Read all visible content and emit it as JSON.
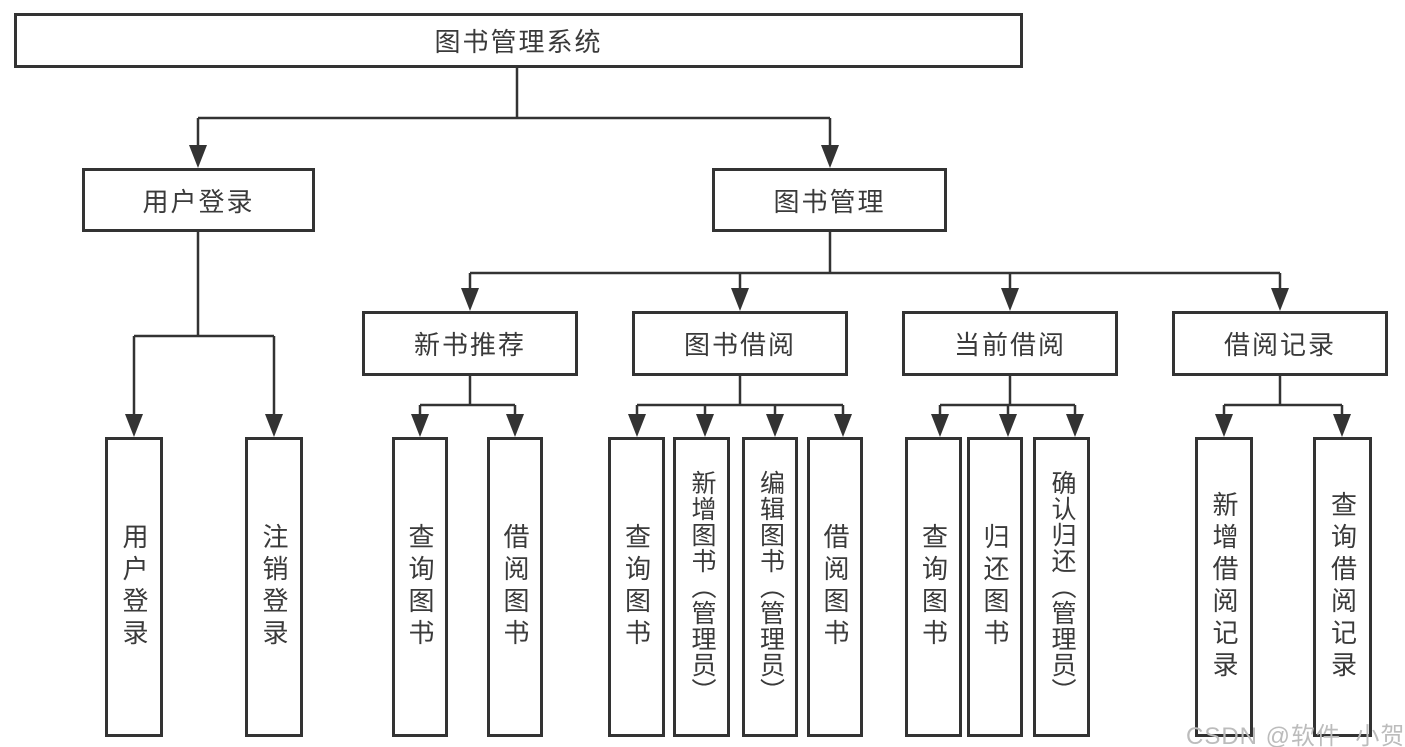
{
  "root": {
    "label": "图书管理系统"
  },
  "branches": {
    "user_login": {
      "label": "用户登录",
      "children": [
        {
          "label": "用户登录"
        },
        {
          "label": "注销登录"
        }
      ]
    },
    "book_management": {
      "label": "图书管理",
      "groups": [
        {
          "label": "新书推荐",
          "children": [
            {
              "label": "查询图书"
            },
            {
              "label": "借阅图书"
            }
          ]
        },
        {
          "label": "图书借阅",
          "children": [
            {
              "label": "查询图书"
            },
            {
              "label": "新增图书（管理员）"
            },
            {
              "label": "编辑图书（管理员）"
            },
            {
              "label": "借阅图书"
            }
          ]
        },
        {
          "label": "当前借阅",
          "children": [
            {
              "label": "查询图书"
            },
            {
              "label": "归还图书"
            },
            {
              "label": "确认归还（管理员）"
            }
          ]
        },
        {
          "label": "借阅记录",
          "children": [
            {
              "label": "新增借阅记录"
            },
            {
              "label": "查询借阅记录"
            }
          ]
        }
      ]
    }
  },
  "watermark": "CSDN @软件_小贺同学",
  "colors": {
    "line": "#333333",
    "text": "#3a3a3a",
    "background": "#ffffff",
    "watermark": "#bcbcbc"
  }
}
